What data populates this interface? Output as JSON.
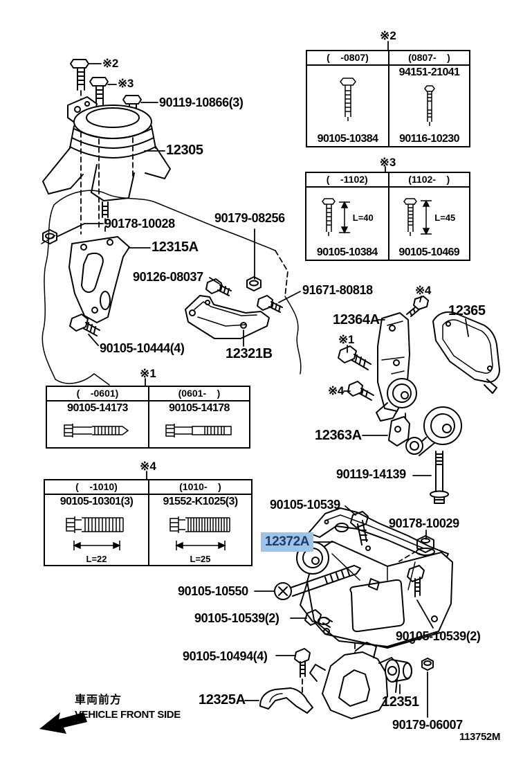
{
  "doc": {
    "drawing_id": "113752M"
  },
  "colors": {
    "highlight_bg": "#9dc3e6",
    "highlight_text": "#1f3a6e",
    "line": "#000000"
  },
  "selection": {
    "selected_part": "12372A"
  },
  "callouts": {
    "ref2": "※2",
    "ref3": "※3",
    "p90119_10866": "90119-10866(3)",
    "p12305": "12305",
    "p90178_10028": "90178-10028",
    "p90179_08256": "90179-08256",
    "p12315A": "12315A",
    "p90126_08037": "90126-08037",
    "p91671_80818": "91671-80818",
    "p90105_10444": "90105-10444(4)",
    "p12321B": "12321B",
    "p12364A": "12364A",
    "ref4_top": "※4",
    "p12365": "12365",
    "ref1": "※1",
    "ref4_mid": "※4",
    "p12363A": "12363A",
    "p90119_14139": "90119-14139",
    "p90105_10539": "90105-10539",
    "p90178_10029": "90178-10029",
    "p12372A": "12372A",
    "p90105_10550": "90105-10550",
    "p90105_10539_2_left": "90105-10539(2)",
    "p90105_10539_2_right": "90105-10539(2)",
    "p90105_10494": "90105-10494(4)",
    "p12325A": "12325A",
    "p12351": "12351",
    "p90179_06007": "90179-06007"
  },
  "tables": {
    "t2": {
      "note": "※2",
      "col_left": "(    -0807)",
      "col_right": "(0807-    )",
      "left_part": "90105-10384",
      "right_part_top": "94151-21041",
      "right_part_bottom": "90116-10230"
    },
    "t3": {
      "note": "※3",
      "col_left": "(    -1102)",
      "col_right": "(1102-    )",
      "left_len": "L=40",
      "right_len": "L=45",
      "left_part": "90105-10384",
      "right_part": "90105-10469"
    },
    "t1": {
      "note": "※1",
      "col_left": "(    -0601)",
      "col_right": "(0601-    )",
      "left_part": "90105-14173",
      "right_part": "90105-14178"
    },
    "t4": {
      "note": "※4",
      "col_left": "(    -1010)",
      "col_right": "(1010-    )",
      "left_part": "90105-10301(3)",
      "right_part": "91552-K1025(3)",
      "left_len": "L=22",
      "right_len": "L=25"
    }
  },
  "footer": {
    "front_jp": "車両前方",
    "front_en": "VEHICLE FRONT SIDE",
    "drawing_id": "113752M"
  }
}
